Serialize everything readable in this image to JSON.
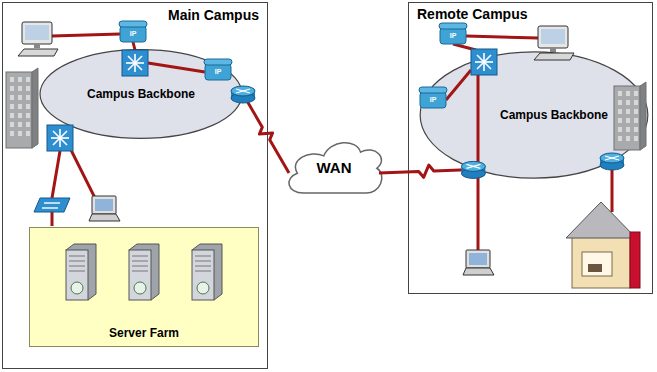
{
  "diagram": {
    "nodes": [
      {
        "text": [
          "Main Campus"
        ]
      },
      {
        "text": [
          "Campus Backbone"
        ],
        "in": 0
      },
      {
        "text": [
          "Server Farm"
        ],
        "in": 0
      },
      {
        "text": [
          "WAN"
        ]
      },
      {
        "text": [
          "Remote Campus"
        ]
      },
      {
        "text": [
          "Campus Backbone"
        ],
        "in": 4
      }
    ],
    "edges": [
      {
        "from": 1,
        "to": 3,
        "arrow": "none"
      },
      {
        "from": 3,
        "to": 5,
        "arrow": "none"
      }
    ],
    "labels": [
      "IP",
      "IP",
      "IP",
      "IP"
    ]
  }
}
